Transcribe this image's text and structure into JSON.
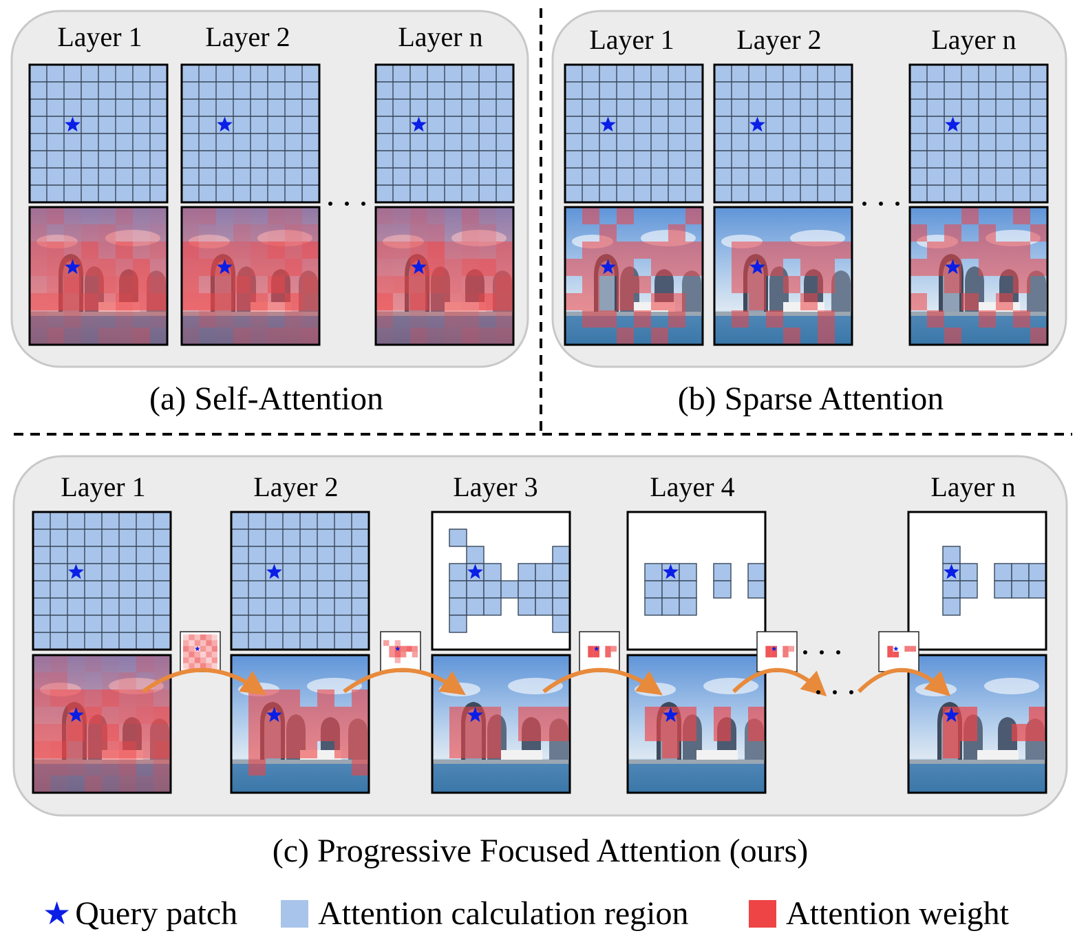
{
  "panels": {
    "a": {
      "caption": "(a) Self-Attention",
      "layers": [
        "Layer 1",
        "Layer 2",
        "Layer n"
      ],
      "ellipsis": "· · ·"
    },
    "b": {
      "caption": "(b) Sparse Attention",
      "layers": [
        "Layer 1",
        "Layer 2",
        "Layer n"
      ],
      "ellipsis": "· · ·"
    },
    "c": {
      "caption": "(c) Progressive Focused Attention (ours)",
      "layers": [
        "Layer 1",
        "Layer 2",
        "Layer 3",
        "Layer 4",
        "Layer n"
      ],
      "ellipsis": "· · ·"
    }
  },
  "legend": {
    "query": "Query patch",
    "region": "Attention calculation region",
    "weight": "Attention weight"
  },
  "colors": {
    "region_fill": "#a9c4ea",
    "grid_line": "#37475a",
    "attention_red": "#ee4446",
    "query_star": "#0a1ee6",
    "panel_bg": "#ececec",
    "arrow": "#e88a3c"
  },
  "icons": {
    "query": "star-icon",
    "region": "blue-square-icon",
    "weight": "red-square-icon"
  }
}
